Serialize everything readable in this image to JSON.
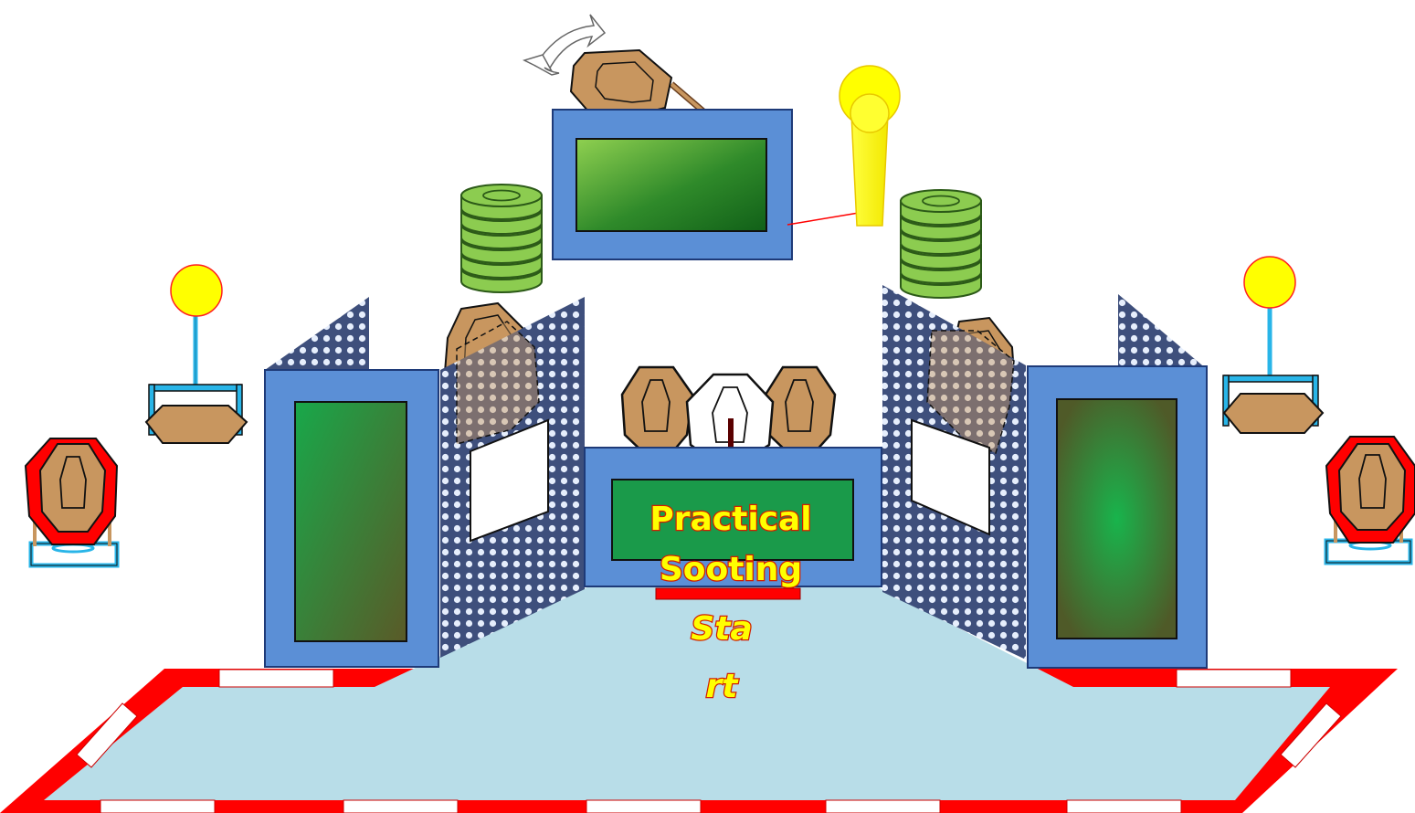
{
  "stage": {
    "title_line1": "Practical",
    "title_line2": "Sooting",
    "start_line1": "Sta",
    "start_line2": "rt"
  },
  "colors": {
    "wall_blue": "#5b8fd6",
    "panel_green": "#1a9a4a",
    "mesh_dark": "#4a5a8a",
    "floor": "#b8dde8",
    "boundary_red": "#ff0000",
    "target_brown": "#c8965f",
    "popper_yellow": "#ffff00",
    "plate_green": "#8ccc50",
    "swinger_blue": "#29b5e8"
  },
  "icons": {
    "rotate_arrow": "rotate-arrow-icon",
    "target": "paper-target-icon",
    "no_shoot": "no-shoot-target-icon",
    "popper": "popper-icon",
    "plate_stack": "steel-plate-stack-icon",
    "swinger": "swinger-target-icon"
  }
}
